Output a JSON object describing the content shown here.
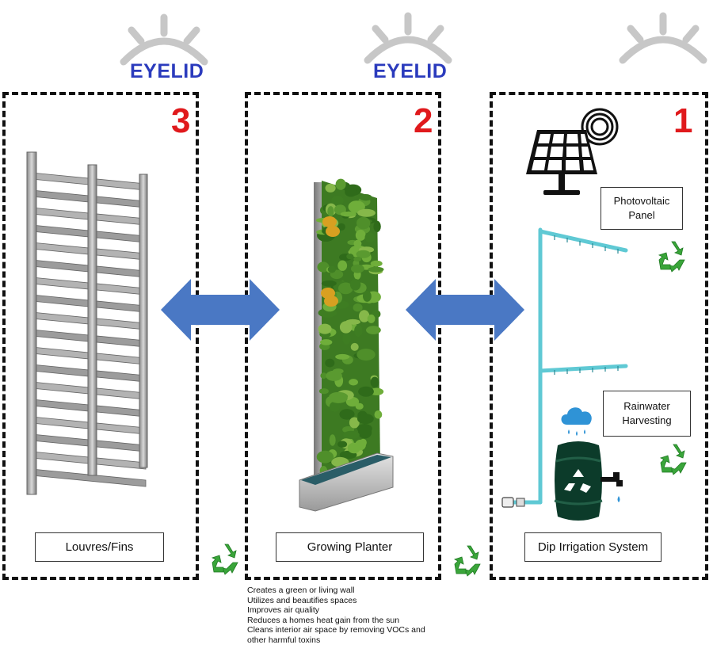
{
  "eyelids": [
    {
      "label": "EYELID"
    },
    {
      "label": "EYELID"
    },
    {
      "label": ""
    }
  ],
  "panels": [
    {
      "number": "3",
      "caption": "Louvres/Fins"
    },
    {
      "number": "2",
      "caption": "Growing Planter"
    },
    {
      "number": "1",
      "caption": "Dip Irrigation System"
    }
  ],
  "tags": {
    "photovoltaic": "Photovoltaic Panel",
    "rainwater": "Rainwater Harvesting"
  },
  "benefits": [
    "Creates a green or living wall",
    "Utilizes and beautifies spaces",
    "Improves air quality",
    "Reduces a homes heat gain from the sun",
    "Cleans interior air space by removing VOCs and",
    "other harmful toxins"
  ],
  "icons": [
    "eyelid-icon",
    "recycle-icon",
    "solar-panel-icon",
    "rain-cloud-icon",
    "barrel-icon",
    "faucet-icon",
    "double-arrow-icon"
  ],
  "colors": {
    "eyelid_text": "#2b3bbd",
    "number_text": "#e0191c",
    "arrow": "#4a78c4",
    "recycle": "#3aa53a",
    "pipe": "#5fc9d4"
  }
}
